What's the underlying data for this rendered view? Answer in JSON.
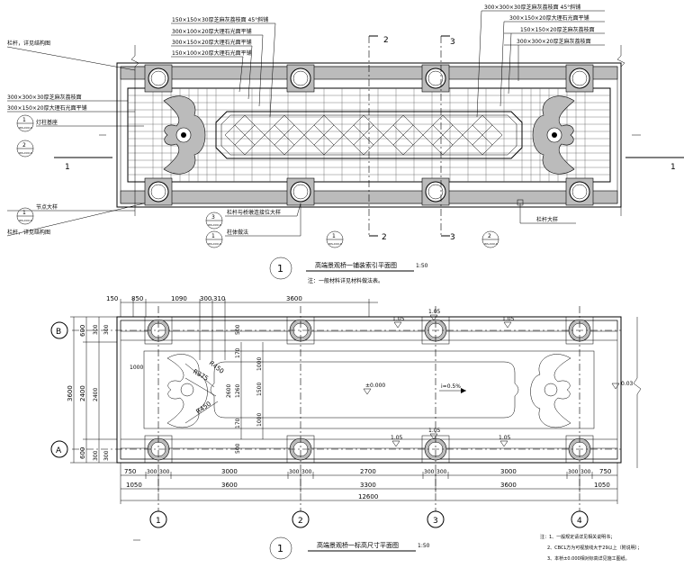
{
  "plan1": {
    "title": "高端景观桥一铺装索引平面图",
    "scale": "1:50",
    "index_number": "1",
    "note": "注：一般材料详见材料做法表。",
    "callouts_top_left": [
      "150×150×30厚芝麻灰荔枝面 45°斜铺",
      "300×100×20厚大理石光面平铺",
      "300×150×20厚大理石光面平铺",
      "150×100×20厚大理石光面平铺"
    ],
    "callouts_top_right": [
      "300×300×30厚芝麻灰荔枝面 45°斜铺",
      "300×150×20厚大理石光面平铺",
      "150×150×20厚芝麻灰荔枝面",
      "300×300×20厚芝麻灰荔枝面"
    ],
    "callouts_left": [
      "栏杆，详见结构图",
      "300×300×30厚芝麻灰荔枝面",
      "300×150×20厚大理石光面平铺",
      "灯柱基座"
    ],
    "callouts_bottom_left": [
      "节点大样",
      "栏杆，详见结构图"
    ],
    "callouts_bottom_mid": [
      "栏杆与桥墩连接位大样",
      "柱体做法"
    ],
    "callouts_bottom_right": "栏杆大样",
    "detail_sheet": "WS-XXX-X",
    "section_marks": [
      "1",
      "2",
      "3"
    ],
    "detail_numbers": [
      "1",
      "2",
      "3",
      "1"
    ]
  },
  "plan2": {
    "title": "高端景观桥一标高尺寸平面图",
    "scale": "1:50",
    "index_number": "1",
    "axis_rows": [
      "B",
      "A"
    ],
    "axis_cols": [
      "1",
      "2",
      "3",
      "4"
    ],
    "dims_top": [
      "150",
      "850",
      "1090",
      "300",
      "310",
      "3600"
    ],
    "dims_bottom_row1": [
      "750",
      "300",
      "300",
      "3000",
      "300",
      "300",
      "2700",
      "300",
      "300",
      "3000",
      "300",
      "300",
      "750"
    ],
    "dims_bottom_row2": [
      "1050",
      "3600",
      "3300",
      "3600",
      "1050"
    ],
    "dim_total": "12600",
    "dims_left_outer": [
      "600",
      "2400",
      "600"
    ],
    "dims_left_total": "3600",
    "dims_left_inner": [
      "300",
      "300",
      "1000",
      "300",
      "300"
    ],
    "radii": [
      "R450",
      "R375",
      "R450"
    ],
    "inner_dims": [
      "500",
      "170",
      "1000",
      "1260",
      "2600",
      "1500",
      "1000",
      "170",
      "500"
    ],
    "elevations_top": [
      "1.05",
      "1.05",
      "1.05"
    ],
    "elevations_bottom": [
      "1.05",
      "1.05",
      "1.05"
    ],
    "elevation_center": "±0.000",
    "elevation_right": "0.03",
    "slope": "i=0.5%",
    "notes": [
      "注：1、一般规定请详见相关说明书；",
      "2、CBCL方为可视放线大于29以上（附说明）；",
      "3、本桥±0.000相对标高详见施工图纸。"
    ]
  }
}
